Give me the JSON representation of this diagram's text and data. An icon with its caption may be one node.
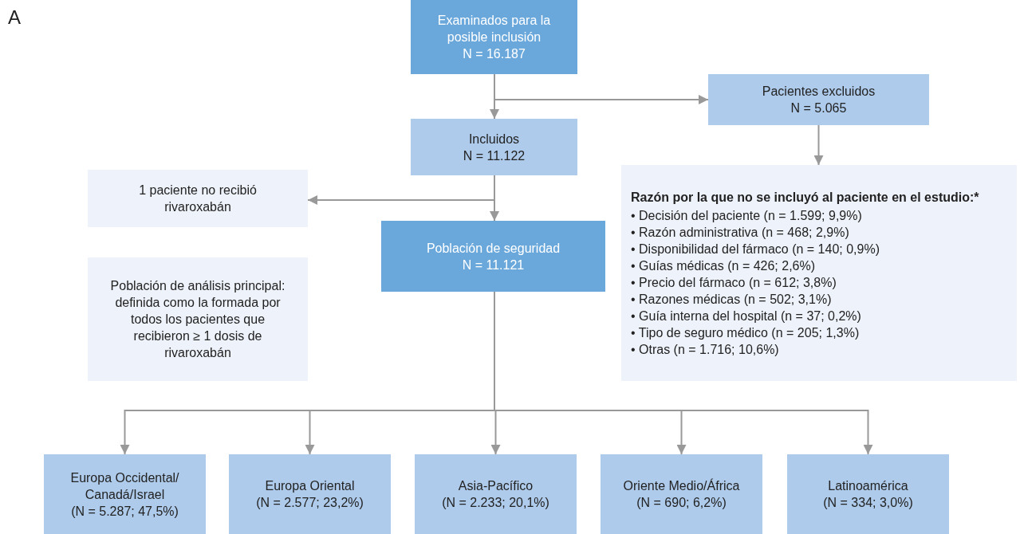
{
  "diagram": {
    "nodes": [
      {
        "text": [
          "Examinados para la posible inclusión",
          "N = 16.187"
        ]
      },
      {
        "text": [
          "Pacientes excluidos",
          "N = 5.065"
        ]
      },
      {
        "text": [
          "Incluidos",
          "N = 11.122"
        ]
      },
      {
        "text": [
          "1 paciente no recibió rivaroxabán"
        ]
      },
      {
        "text": [
          "Razón por la que no se incluyó al paciente en el estudio:*",
          "• Decisión del paciente (n = 1.599; 9,9%)",
          "• Razón administrativa (n = 468; 2,9%)",
          "• Disponibilidad del fármaco (n = 140; 0,9%)",
          "• Guías médicas (n = 426; 2,6%)",
          "• Precio del fármaco (n = 612; 3,8%)",
          "• Razones médicas (n = 502; 3,1%)",
          "• Guía interna del hospital (n = 37; 0,2%)",
          "• Tipo de seguro médico (n = 205; 1,3%)",
          "• Otras (n = 1.716; 10,6%)"
        ]
      },
      {
        "text": [
          "Población de seguridad",
          "N = 11.121"
        ]
      },
      {
        "text": [
          "Población de análisis principal: definida como la formada por todos los pacientes que recibieron ≥ 1 dosis de rivaroxabán"
        ]
      },
      {
        "text": [
          "Europa Occidental/ Canadá/Israel",
          "(N = 5.287; 47,5%)"
        ]
      },
      {
        "text": [
          "Europa Oriental",
          "(N = 2.577; 23,2%)"
        ]
      },
      {
        "text": [
          "Asia-Pacífico",
          "(N = 2.233; 20,1%)"
        ]
      },
      {
        "text": [
          "Oriente Medio/África",
          "(N = 690; 6,2%)"
        ]
      },
      {
        "text": [
          "Latinoamérica",
          "(N = 334; 3,0%)"
        ]
      }
    ],
    "edges": [
      {
        "from": 0,
        "to": 2,
        "arrow": "to"
      },
      {
        "from": 0,
        "to": 1,
        "arrow": "to"
      },
      {
        "from": 1,
        "to": 4,
        "arrow": "to"
      },
      {
        "from": 2,
        "to": 3,
        "arrow": "to"
      },
      {
        "from": 2,
        "to": 5,
        "arrow": "to"
      },
      {
        "from": 5,
        "to": 7,
        "arrow": "to"
      },
      {
        "from": 5,
        "to": 8,
        "arrow": "to"
      },
      {
        "from": 5,
        "to": 9,
        "arrow": "to"
      },
      {
        "from": 5,
        "to": 10,
        "arrow": "to"
      },
      {
        "from": 5,
        "to": 11,
        "arrow": "to"
      }
    ],
    "labels": [
      "A"
    ]
  }
}
